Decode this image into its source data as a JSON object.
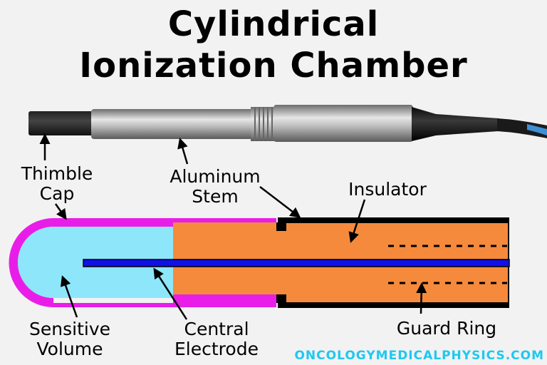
{
  "title": {
    "line1": "Cylindrical",
    "line2": "Ionization Chamber"
  },
  "labels": {
    "thimble_cap_1": "Thimble",
    "thimble_cap_2": "Cap",
    "aluminum_stem_1": "Aluminum",
    "aluminum_stem_2": "Stem",
    "insulator": "Insulator",
    "sensitive_volume_1": "Sensitive",
    "sensitive_volume_2": "Volume",
    "central_electrode_1": "Central",
    "central_electrode_2": "Electrode",
    "guard_ring": "Guard Ring"
  },
  "brand": {
    "text": "ONCOLOGYMEDICALPHYSICS.COM"
  },
  "colors": {
    "background": "#f2f2f2",
    "sensitive_volume": "#8ee6fb",
    "thimble_cap": "#e81ee8",
    "insulator": "#f58a3c",
    "central_electrode": "#1010e8",
    "outer_wall": "#000000",
    "brand_text": "#1ec8f0"
  }
}
